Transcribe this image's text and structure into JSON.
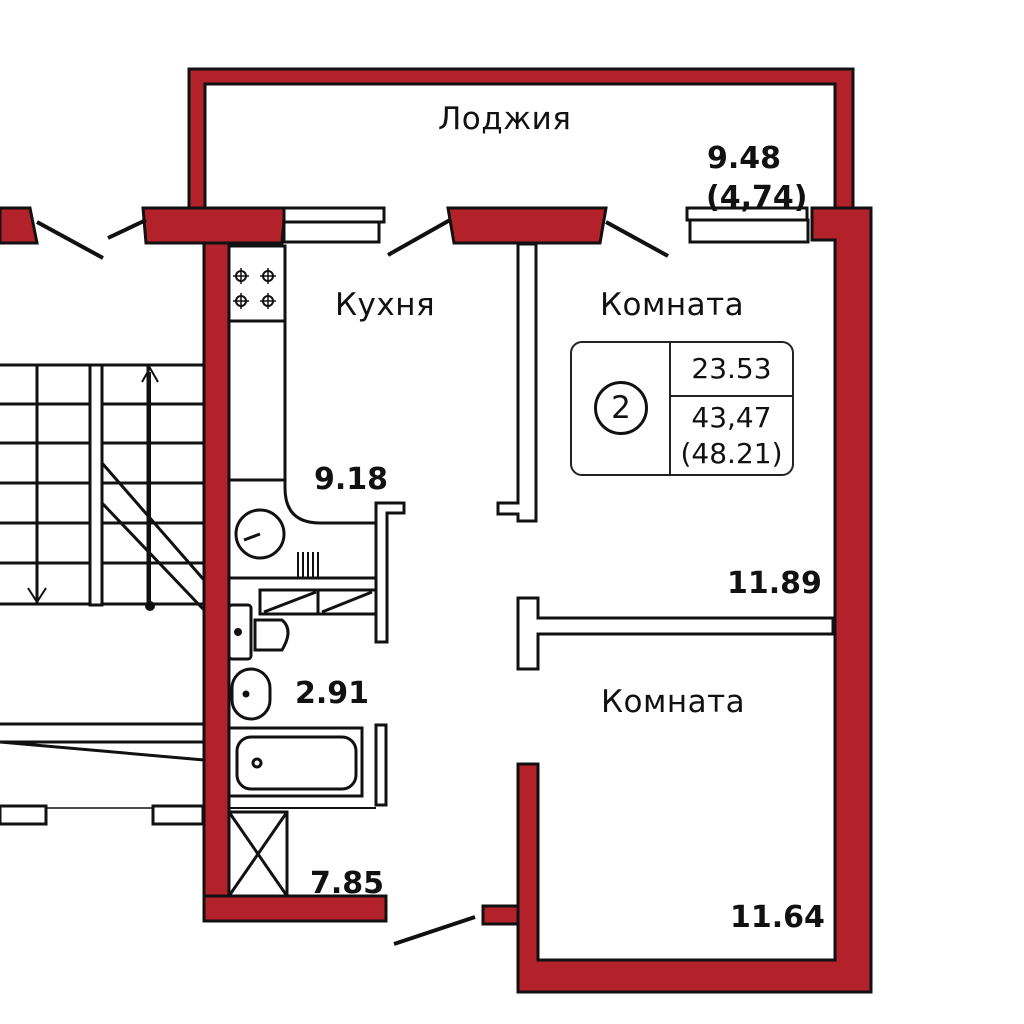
{
  "colors": {
    "wall": "#b3212a",
    "outline": "#111111",
    "background": "#ffffff"
  },
  "rooms": {
    "loggia": {
      "label": "Лоджия",
      "area": "9.48",
      "area_half": "(4,74)"
    },
    "kitchen": {
      "label": "Кухня",
      "area": "9.18"
    },
    "room1": {
      "label": "Комната",
      "area": "11.89"
    },
    "room2": {
      "label": "Комната",
      "area": "11.64"
    },
    "bathroom": {
      "area": "2.91"
    },
    "hallway": {
      "area": "7.85"
    }
  },
  "summary": {
    "room_count": "2",
    "living_area": "23.53",
    "total_area": "43,47",
    "total_area_with_loggia": "(48.21)"
  }
}
